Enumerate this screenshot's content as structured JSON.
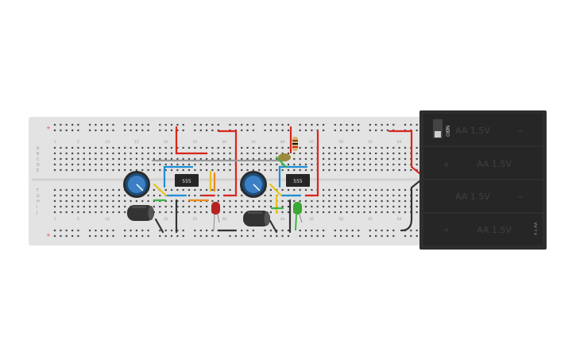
{
  "canvas": {
    "background": "#ffffff"
  },
  "breadboard": {
    "color": "#e3e3e3",
    "rail_plus_color": "#d9534f",
    "rail_minus_color": "#5b9bd5",
    "rail_plus_symbol": "+",
    "rail_minus_symbol": "−",
    "row_letters_top": [
      "A",
      "B",
      "C",
      "D",
      "E"
    ],
    "row_letters_bottom": [
      "F",
      "G",
      "H",
      "I",
      "J"
    ],
    "column_numbers": [
      "1",
      "5",
      "10",
      "15",
      "20",
      "25",
      "30",
      "35",
      "40",
      "45",
      "50",
      "55",
      "60"
    ]
  },
  "components": {
    "ic_left": {
      "label": "555"
    },
    "ic_right": {
      "label": "555"
    },
    "led_left_color": "#b52222",
    "led_right_color": "#3aa832",
    "potentiometer_color": "#3d7fc4",
    "capacitor_color": "#333333",
    "resistor_color": "#d9b36a"
  },
  "battery_pack": {
    "switch_on_label": "ON",
    "switch_off_label": "OFF",
    "cells": [
      "AA 1.5V",
      "AA 1.5V",
      "AA 1.5V",
      "AA 1.5V"
    ],
    "model_label": "4 x AA",
    "body_color": "#2e2e2e"
  },
  "wires": {
    "red": "#d9261c",
    "black": "#333333",
    "blue": "#1e8fd6",
    "green": "#3cb44b",
    "yellow": "#e8c21a",
    "orange": "#f08a1c",
    "gray": "#9a9a9a"
  }
}
